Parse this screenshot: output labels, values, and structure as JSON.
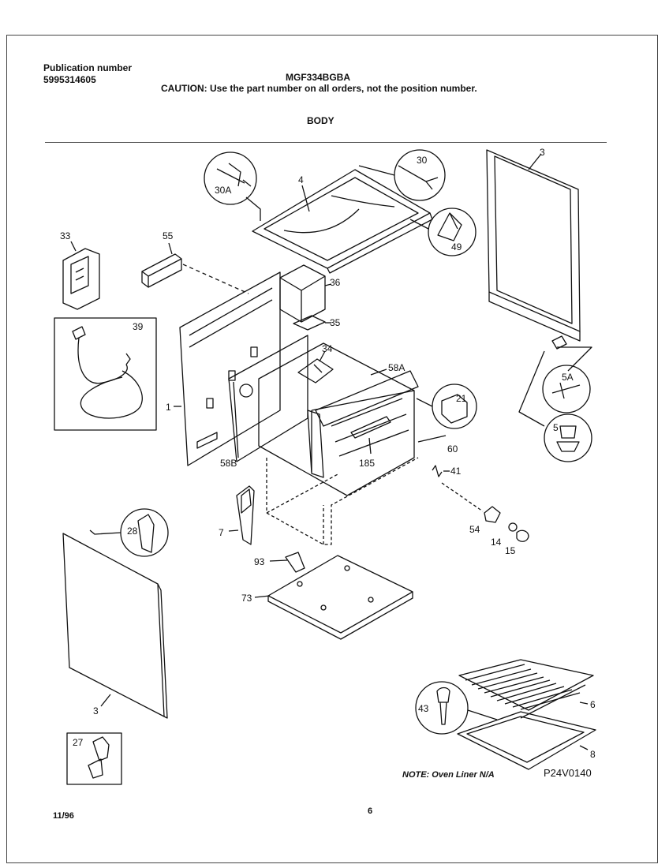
{
  "header": {
    "publication_label": "Publication number",
    "publication_number": "5995314605",
    "model": "MGF334BGBA",
    "caution": "CAUTION:  Use the part number on all orders, not the position number.",
    "section_title": "BODY"
  },
  "callouts": [
    "1",
    "3",
    "3",
    "4",
    "5",
    "5A",
    "6",
    "7",
    "8",
    "14",
    "15",
    "21",
    "27",
    "28",
    "30",
    "30A",
    "33",
    "34",
    "35",
    "36",
    "39",
    "41",
    "43",
    "49",
    "54",
    "55",
    "58A",
    "58B",
    "60",
    "73",
    "93",
    "185"
  ],
  "footer": {
    "note": "NOTE: Oven Liner N/A",
    "diagram_code": "P24V0140",
    "date": "11/96",
    "page": "6"
  }
}
